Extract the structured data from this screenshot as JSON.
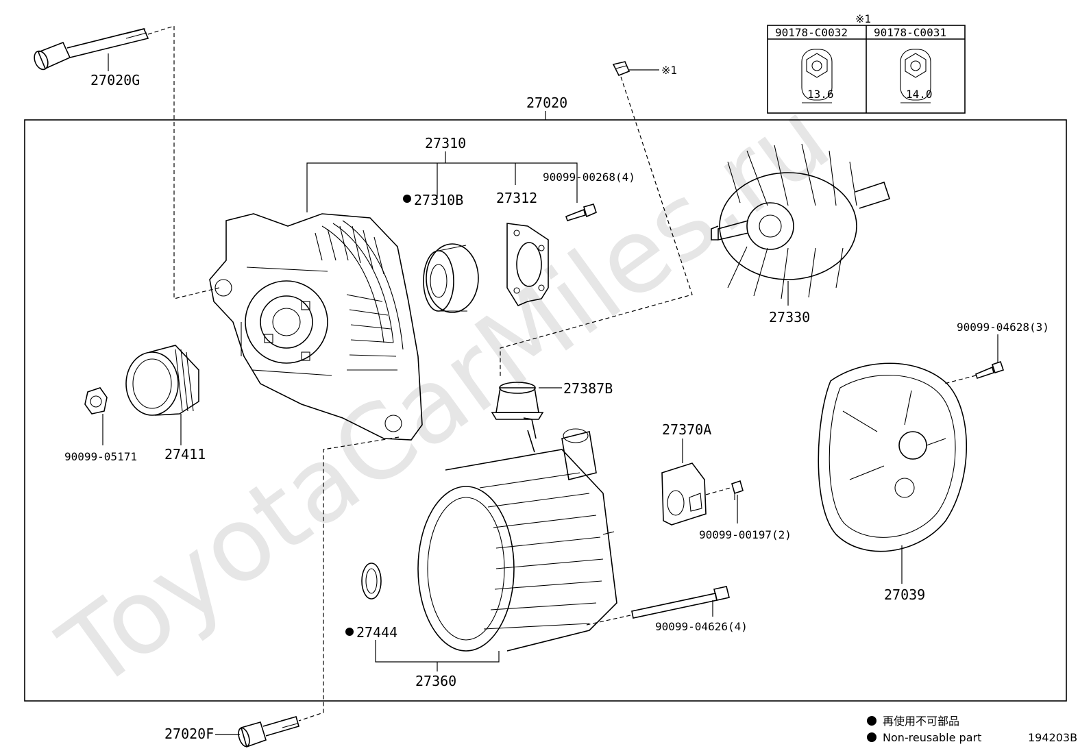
{
  "watermark": "ToyotaCarMiles.ru",
  "diagram_id": "194203B",
  "note_mark": "※1",
  "nut_table": {
    "header_mark": "※1",
    "col1_part": "90178-C0032",
    "col2_part": "90178-C0031",
    "col1_dim": "13.6",
    "col2_dim": "14.0"
  },
  "labels": {
    "p27020G": "27020G",
    "p27020": "27020",
    "p27310": "27310",
    "p27310B": "27310B",
    "p27312": "27312",
    "p90099_00268": "90099-00268(4)",
    "p27330": "27330",
    "p90099_04628": "90099-04628(3)",
    "p27387B": "27387B",
    "p27370A": "27370A",
    "p90099_00197": "90099-00197(2)",
    "p27039": "27039",
    "p90099_04626": "90099-04626(4)",
    "p27444": "27444",
    "p27360": "27360",
    "p27020F": "27020F",
    "p90099_05171": "90099-05171",
    "p27411": "27411"
  },
  "legend": {
    "line1": "再使用不可部品",
    "line2": "Non-reusable part"
  },
  "colors": {
    "ink": "#000000",
    "watermark": "#e6e6e6"
  }
}
